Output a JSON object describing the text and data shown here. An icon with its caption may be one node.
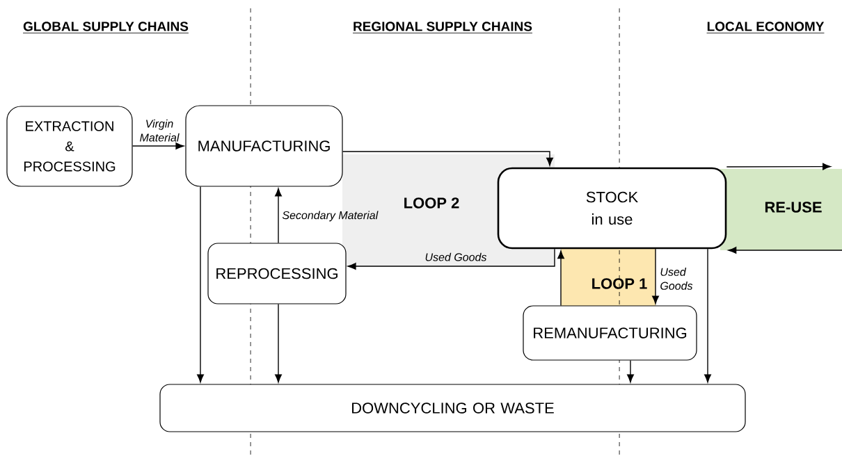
{
  "diagram": {
    "nodes": [
      {
        "text": [
          "EXTRACTION & PROCESSING"
        ]
      },
      {
        "text": [
          "MANUFACTURING"
        ]
      },
      {
        "text": [
          "LOOP 2"
        ]
      },
      {
        "text": [
          "STOCK in use"
        ]
      },
      {
        "text": [
          "RE-USE"
        ]
      },
      {
        "text": [
          "REPROCESSING"
        ]
      },
      {
        "text": [
          "LOOP 1"
        ]
      },
      {
        "text": [
          "REMANUFACTURING"
        ]
      },
      {
        "text": [
          "DOWNCYCLING OR WASTE"
        ]
      }
    ],
    "edges": [
      {
        "from": 0,
        "to": 1,
        "arrow": "to",
        "label": "Virgin Material"
      },
      {
        "from": 1,
        "to": 3,
        "arrow": "to"
      },
      {
        "from": 3,
        "to": 5,
        "arrow": "to",
        "label": "Used Goods"
      },
      {
        "from": 5,
        "to": 1,
        "arrow": "to",
        "label": "Secondary Material"
      },
      {
        "from": 7,
        "to": 3,
        "arrow": "to"
      },
      {
        "from": 3,
        "to": 7,
        "arrow": "to",
        "label": "Used Goods"
      },
      {
        "from": 3,
        "to": 4,
        "arrow": "to"
      },
      {
        "from": 4,
        "to": 3,
        "arrow": "to"
      },
      {
        "from": 1,
        "to": 8,
        "arrow": "to"
      },
      {
        "from": 5,
        "to": 8,
        "arrow": "to"
      },
      {
        "from": 7,
        "to": 8,
        "arrow": "to"
      },
      {
        "from": 3,
        "to": 8,
        "arrow": "to"
      }
    ],
    "labels": [
      "GLOBAL SUPPLY CHAINS",
      "REGIONAL SUPPLY CHAINS",
      "LOCAL ECONOMY"
    ]
  }
}
